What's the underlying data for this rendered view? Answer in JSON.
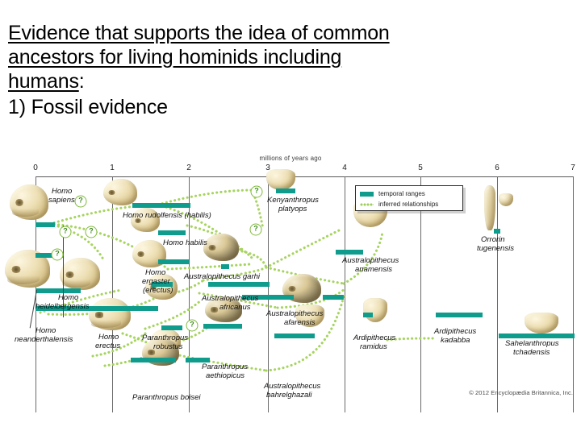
{
  "slide": {
    "heading_line1": "Evidence that supports the idea of common",
    "heading_line2": "ancestors for living hominids including",
    "heading_line3": "humans",
    "heading_colon": ":",
    "subheading": "1) Fossil evidence"
  },
  "figure": {
    "axis_title": "millions of years ago",
    "credit": "© 2012 Encyclopædia Britannica, Inc.",
    "legend": {
      "temporal_label": "temporal ranges",
      "inferred_label": "inferred relationships",
      "temporal_color": "#0f9c8c",
      "inferred_color": "#a6d45e"
    }
  },
  "chart_data": {
    "type": "bar",
    "title": "Hominin fossil timeline",
    "xlabel": "millions of years ago",
    "ylabel": "",
    "xlim": [
      0,
      7
    ],
    "tick_labels": [
      "0",
      "1",
      "2",
      "3",
      "4",
      "5",
      "6",
      "7"
    ],
    "grid": true,
    "legend_position": "top-right",
    "orientation": "horizontal-ranges",
    "taxa": [
      {
        "name": "Homo sapiens",
        "range": [
          0.0,
          0.2
        ],
        "label_lines": [
          "Homo",
          "sapiens"
        ]
      },
      {
        "name": "Homo heidelbergensis",
        "range": [
          0.2,
          0.8
        ],
        "label_lines": [
          "Homo",
          "heidelbergensis"
        ]
      },
      {
        "name": "Homo neanderthalensis",
        "range": [
          0.1,
          0.4
        ],
        "label_lines": [
          "Homo",
          "neanderthalensis"
        ]
      },
      {
        "name": "Homo erectus",
        "range": [
          0.3,
          1.9
        ],
        "label_lines": [
          "Homo",
          "erectus"
        ]
      },
      {
        "name": "Homo ergaster (erectus)",
        "range": [
          1.5,
          1.9
        ],
        "label_lines": [
          "Homo",
          "ergaster",
          "(erectus)"
        ]
      },
      {
        "name": "Homo habilis",
        "range": [
          1.6,
          2.0
        ],
        "label_lines": [
          "Homo habilis"
        ]
      },
      {
        "name": "Homo rudolfensis (habilis)",
        "range": [
          1.7,
          2.5
        ],
        "label_lines": [
          "Homo rudolfensis (habilis)"
        ]
      },
      {
        "name": "Kenyanthropus platyops",
        "range": [
          3.3,
          3.5
        ],
        "label_lines": [
          "Kenyanthropus",
          "platyops"
        ]
      },
      {
        "name": "Australopithecus garhi",
        "range": [
          2.5,
          2.6
        ],
        "label_lines": [
          "Australopithecus garhi"
        ]
      },
      {
        "name": "Australopithecus africanus",
        "range": [
          2.4,
          3.1
        ],
        "label_lines": [
          "Australopithecus",
          "africanus"
        ]
      },
      {
        "name": "Australopithecus afarensis",
        "range": [
          2.9,
          3.8
        ],
        "label_lines": [
          "Australopithecus",
          "afarensis"
        ]
      },
      {
        "name": "Australopithecus bahrelghazali",
        "range": [
          3.0,
          3.5
        ],
        "label_lines": [
          "Australopithecus",
          "bahrelghazali"
        ]
      },
      {
        "name": "Australopithecus anamensis",
        "range": [
          3.9,
          4.2
        ],
        "label_lines": [
          "Australopithecus",
          "anamensis"
        ]
      },
      {
        "name": "Paranthropus robustus",
        "range": [
          1.6,
          2.0
        ],
        "label_lines": [
          "Paranthropus",
          "robustus"
        ]
      },
      {
        "name": "Paranthropus boisei",
        "range": [
          1.3,
          2.3
        ],
        "label_lines": [
          "Paranthropus boisei"
        ]
      },
      {
        "name": "Paranthropus aethiopicus",
        "range": [
          2.3,
          2.7
        ],
        "label_lines": [
          "Paranthropus",
          "aethiopicus"
        ]
      },
      {
        "name": "Ardipithecus ramidus",
        "range": [
          4.3,
          4.5
        ],
        "label_lines": [
          "Ardipithecus",
          "ramidus"
        ]
      },
      {
        "name": "Ardipithecus kadabba",
        "range": [
          5.2,
          5.8
        ],
        "label_lines": [
          "Ardipithecus",
          "kadabba"
        ]
      },
      {
        "name": "Orrorin tugenensis",
        "range": [
          6.0,
          6.1
        ],
        "label_lines": [
          "Orrorin",
          "tugenensis"
        ]
      },
      {
        "name": "Sahelanthropus tchadensis",
        "range": [
          6.5,
          7.0
        ],
        "label_lines": [
          "Sahelanthropus",
          "tchadensis"
        ]
      }
    ],
    "uncertain_markers": 7,
    "series": [
      {
        "name": "temporal ranges",
        "color": "#0f9c8c"
      },
      {
        "name": "inferred relationships",
        "color": "#a6d45e"
      }
    ]
  },
  "labels": {
    "homo_sapiens_1": "Homo",
    "homo_sapiens_2": "sapiens",
    "homo_heidelbergensis_1": "Homo",
    "homo_heidelbergensis_2": "heidelbergensis",
    "homo_neanderthalensis_1": "Homo",
    "homo_neanderthalensis_2": "neanderthalensis",
    "homo_erectus_1": "Homo",
    "homo_erectus_2": "erectus",
    "homo_ergaster_1": "Homo",
    "homo_ergaster_2": "ergaster",
    "homo_ergaster_3": "(erectus)",
    "homo_habilis": "Homo habilis",
    "homo_rudolfensis": "Homo rudolfensis (habilis)",
    "kenyanthropus_1": "Kenyanthropus",
    "kenyanthropus_2": "platyops",
    "au_garhi": "Australopithecus garhi",
    "au_africanus_1": "Australopithecus",
    "au_africanus_2": "africanus",
    "au_afarensis_1": "Australopithecus",
    "au_afarensis_2": "afarensis",
    "au_bahrelghazali_1": "Australopithecus",
    "au_bahrelghazali_2": "bahrelghazali",
    "au_anamensis_1": "Australopithecus",
    "au_anamensis_2": "anamensis",
    "pa_robustus_1": "Paranthropus",
    "pa_robustus_2": "robustus",
    "pa_boisei": "Paranthropus boisei",
    "pa_aethiopicus_1": "Paranthropus",
    "pa_aethiopicus_2": "aethiopicus",
    "ar_ramidus_1": "Ardipithecus",
    "ar_ramidus_2": "ramidus",
    "ar_kadabba_1": "Ardipithecus",
    "ar_kadabba_2": "kadabba",
    "orrorin_1": "Orrorin",
    "orrorin_2": "tugenensis",
    "sahelanthropus_1": "Sahelanthropus",
    "sahelanthropus_2": "tchadensis",
    "question": "?"
  }
}
